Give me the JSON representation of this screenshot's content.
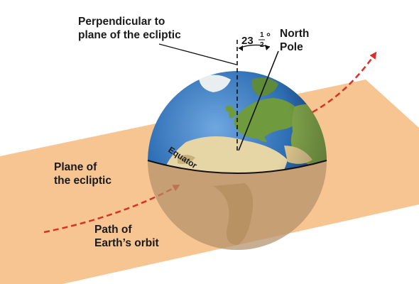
{
  "labels": {
    "perpendicular_line1": "Perpendicular to",
    "perpendicular_line2": "plane of the ecliptic",
    "tilt_degrees": "23",
    "tilt_frac_num": "1",
    "tilt_frac_den": "2",
    "tilt_degree_sign": "°",
    "north_pole_line1": "North",
    "north_pole_line2": "Pole",
    "plane_line1": "Plane of",
    "plane_line2": "the ecliptic",
    "path_line1": "Path of",
    "path_line2": "Earth’s orbit",
    "equator": "Equator"
  },
  "colors": {
    "plane": "#f7c592",
    "ocean": "#2d6db3",
    "land": "#6f9a3e",
    "desert": "#e6d6a6",
    "orbit_arrow": "#d9302a"
  },
  "axial_tilt_degrees": 23.5
}
